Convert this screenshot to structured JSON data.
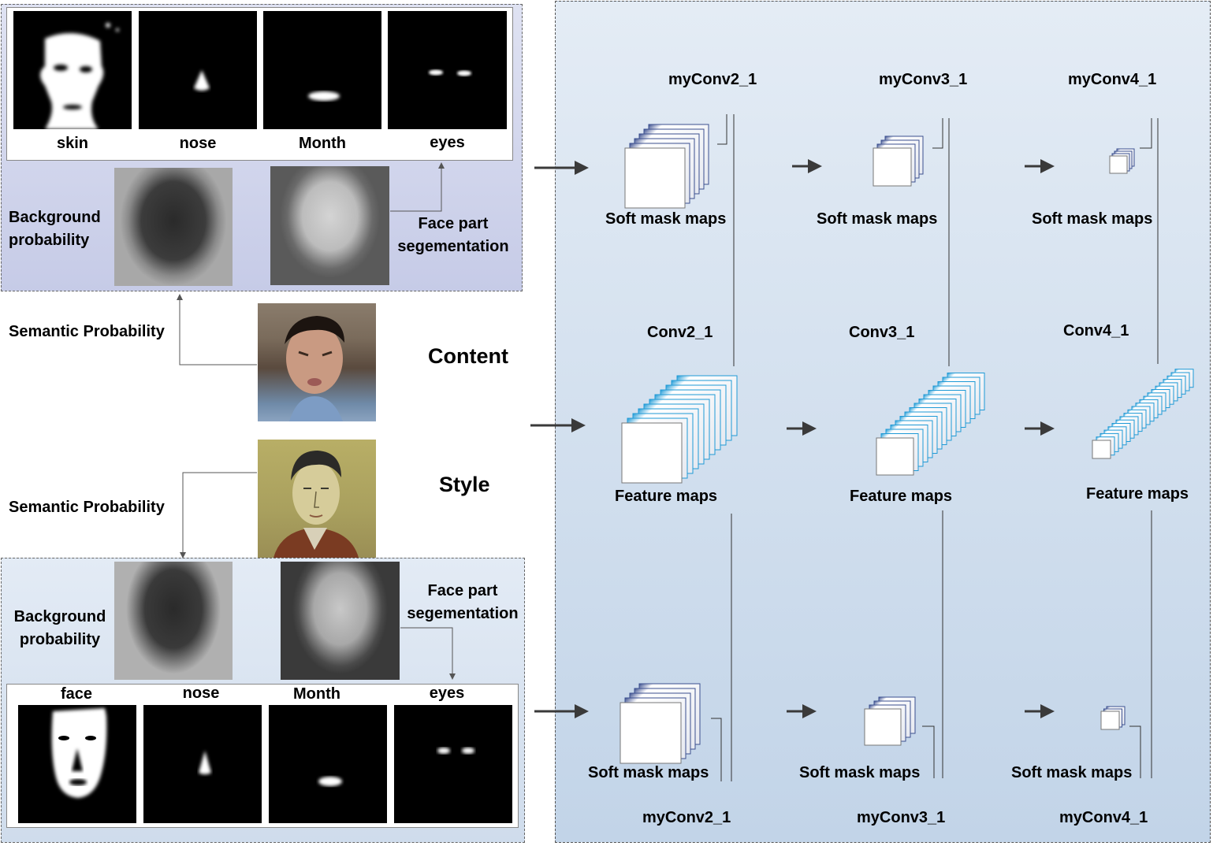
{
  "top_panel": {
    "tiles": [
      {
        "label": "skin"
      },
      {
        "label": "nose"
      },
      {
        "label": "Month"
      },
      {
        "label": "eyes"
      }
    ],
    "background_label": "Background\nprobability",
    "face_part_label": "Face part\nsegementation"
  },
  "middle": {
    "content_semantic_label": "Semantic Probability",
    "content_label": "Content",
    "style_semantic_label": "Semantic Probability",
    "style_label": "Style"
  },
  "bottom_panel": {
    "tiles": [
      {
        "label": "face"
      },
      {
        "label": "nose"
      },
      {
        "label": "Month"
      },
      {
        "label": "eyes"
      }
    ],
    "background_label": "Background\nprobability",
    "face_part_label": "Face part\nsegementation"
  },
  "right_panel": {
    "top_layers": [
      {
        "name": "myConv2_1",
        "caption": "Soft mask maps"
      },
      {
        "name": "myConv3_1",
        "caption": "Soft mask maps"
      },
      {
        "name": "myConv4_1",
        "caption": "Soft mask maps"
      }
    ],
    "mid_layers": [
      {
        "name": "Conv2_1",
        "caption": "Feature maps"
      },
      {
        "name": "Conv3_1",
        "caption": "Feature maps"
      },
      {
        "name": "Conv4_1",
        "caption": "Feature maps"
      }
    ],
    "bottom_layers": [
      {
        "name": "myConv2_1",
        "caption": "Soft mask maps"
      },
      {
        "name": "myConv3_1",
        "caption": "Soft mask maps"
      },
      {
        "name": "myConv4_1",
        "caption": "Soft mask maps"
      }
    ]
  },
  "colors": {
    "mask_stack_edge": "#3b4f8f",
    "feature_stack_edge": "#1f9ad6",
    "arrow": "#3a3a3a",
    "top_panel_bg": "#c6cbe7",
    "bottom_panel_bg": "#cfdcec",
    "right_panel_bg": "#c2d4e8"
  }
}
